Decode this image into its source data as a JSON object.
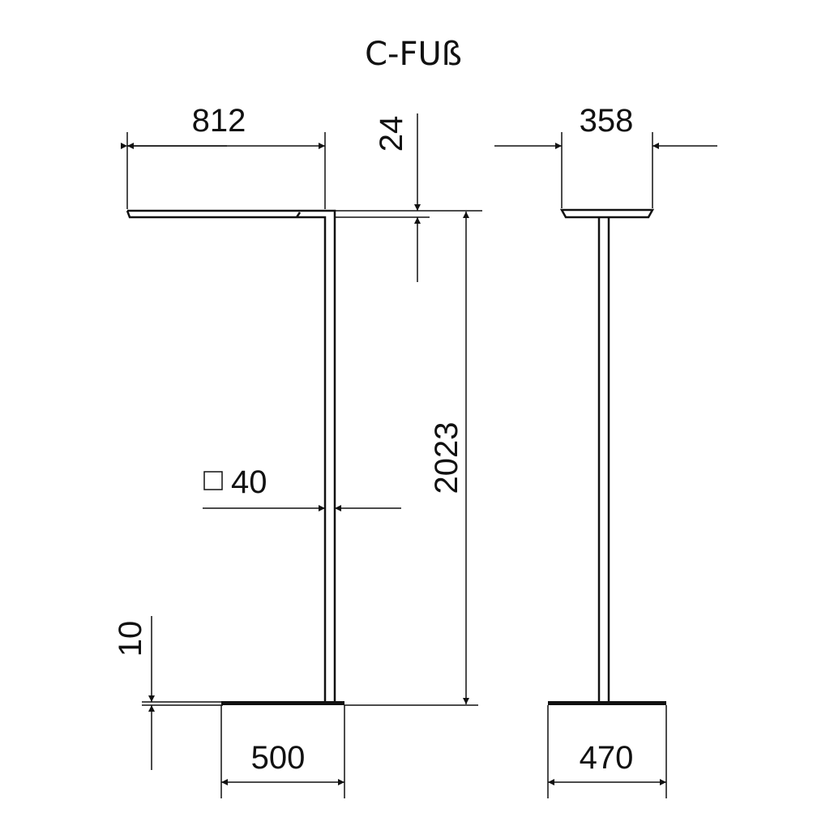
{
  "title": "C-FUß",
  "dimensions": {
    "head_length": "812",
    "head_thickness": "24",
    "head_width": "358",
    "height": "2023",
    "pole_section": "40",
    "base_thickness": "10",
    "base_length": "500",
    "base_width": "470"
  },
  "icons": {
    "pole_section": "square-section-icon"
  }
}
